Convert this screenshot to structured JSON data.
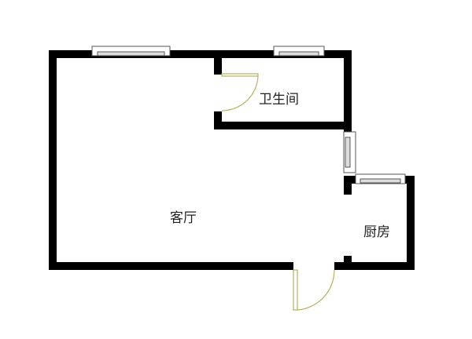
{
  "rooms": {
    "bathroom": "卫生间",
    "living_room": "客厅",
    "kitchen": "厨房"
  },
  "colors": {
    "wall": "#000000",
    "door": "#b8b060",
    "window": "#555555"
  }
}
